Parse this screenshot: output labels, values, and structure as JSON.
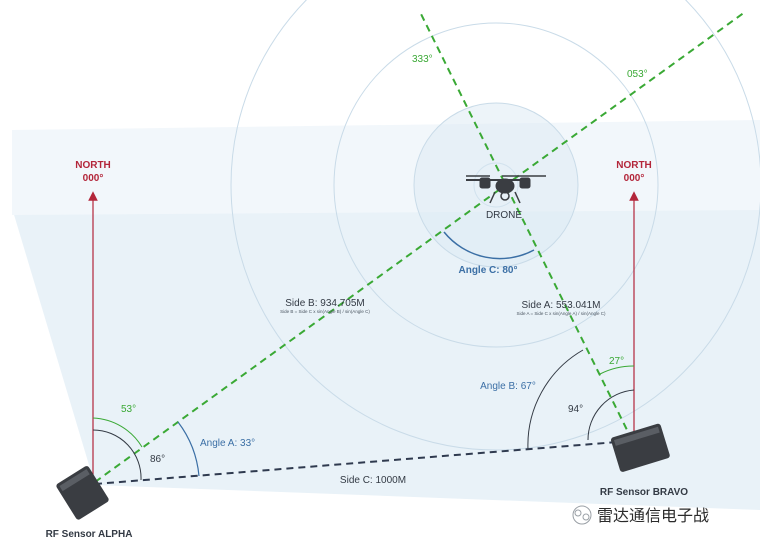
{
  "north_alpha": {
    "line1": "NORTH",
    "line2": "000°"
  },
  "north_bravo": {
    "line1": "NORTH",
    "line2": "000°"
  },
  "bearing_333": "333°",
  "bearing_053": "053°",
  "drone_label": "DRONE",
  "angle_c": "Angle C: 80°",
  "side_b": {
    "label": "Side B: 934.705M",
    "formula": "Side B = Side C x sin(Angle B) / sin(Angle C)"
  },
  "side_a": {
    "label": "Side A: 553.041M",
    "formula": "Side A = Side C x sin(Angle A) / sin(Angle C)"
  },
  "angle_b": "Angle B: 67°",
  "angle_27": "27°",
  "angle_94": "94°",
  "angle_53": "53°",
  "angle_a": "Angle A: 33°",
  "angle_86": "86°",
  "side_c": "Side C: 1000M",
  "sensor_alpha": "RF Sensor ALPHA",
  "sensor_bravo": "RF Sensor BRAVO",
  "watermark": "雷达通信电子战",
  "colors": {
    "north_red": "#b3263a",
    "bearing_green": "#3aa935",
    "angle_blue": "#3b6fa5",
    "side_dark": "#2f3a4f",
    "sensor_body": "#3a3d42",
    "field_fill": "#e6f0f7"
  }
}
